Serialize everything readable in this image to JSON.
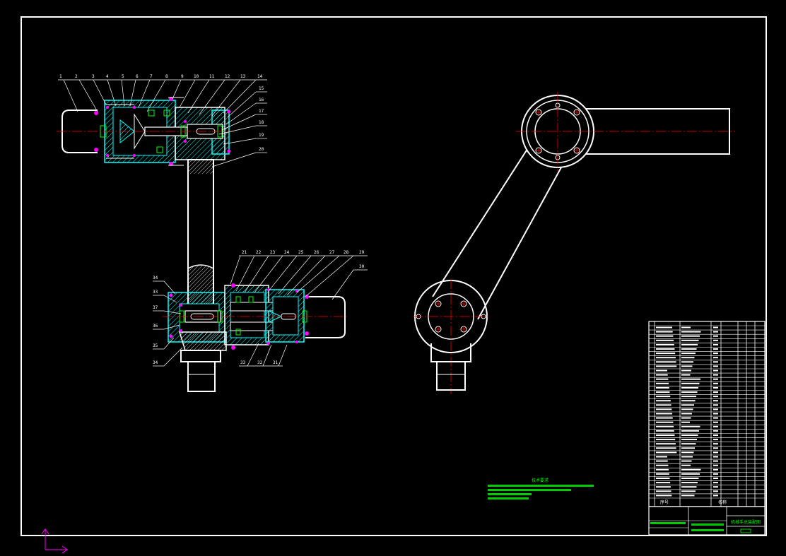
{
  "colors": {
    "background": "#000000",
    "outline": "#ffffff",
    "hatch": "#00ffff",
    "centerline": "#ff0000",
    "fastener": "#ff00ff",
    "note": "#00ff00"
  },
  "balloons_top": [
    "1",
    "2",
    "3",
    "4",
    "5",
    "6",
    "7",
    "8",
    "9",
    "10",
    "11",
    "12",
    "13",
    "14"
  ],
  "balloons_top_right": [
    "15",
    "16",
    "17",
    "18",
    "19",
    "20"
  ],
  "balloons_bottom": [
    "21",
    "22",
    "23",
    "24",
    "25",
    "26",
    "27",
    "28",
    "29"
  ],
  "balloons_bottom_right": [
    "30"
  ],
  "balloons_bottom_left": [
    "34",
    "33",
    "37",
    "36",
    "35",
    "34"
  ],
  "balloons_bottom_under": [
    "33",
    "32",
    "31"
  ],
  "notes": {
    "title": "技术要求"
  },
  "title_block": {
    "drawing_title": "机械手总装配图",
    "header_left": "序号",
    "header_mid": "名称"
  }
}
